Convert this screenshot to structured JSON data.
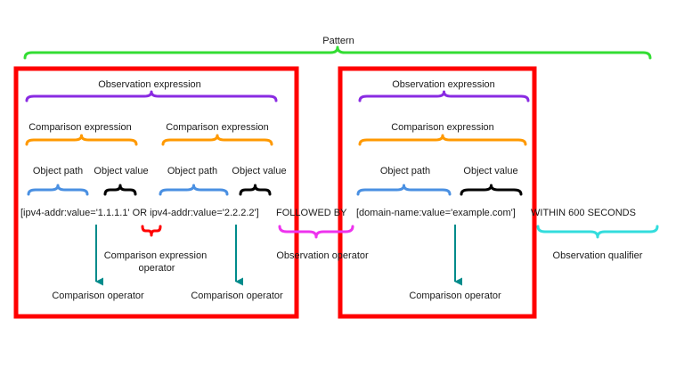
{
  "pattern_label": "Pattern",
  "observation_expression_label": "Observation expression",
  "comparison_expression_label": "Comparison expression",
  "object_path_label": "Object path",
  "object_value_label": "Object value",
  "expression_text": "[ipv4-addr:value='1.1.1.1' OR ipv4-addr:value='2.2.2.2'] FOLLOWED BY [domain-name:value='example.com'] WITHIN 600 SECONDS",
  "expression_parts": {
    "obs1": "[ipv4-addr:value='1.1.1.1' OR ipv4-addr:value='2.2.2.2']",
    "followed_by": " FOLLOWED BY ",
    "obs2": "[domain-name:value='example.com']",
    "within": " WITHIN 600 SECONDS"
  },
  "comparison_expression_operator_line1": "Comparison expression",
  "comparison_expression_operator_line2": "operator",
  "comparison_operator_label": "Comparison operator",
  "observation_operator_label": "Observation operator",
  "observation_qualifier_label": "Observation qualifier",
  "colors": {
    "highlight_box": "#ff0000",
    "pattern_brace": "#33dd33",
    "observation_brace": "#8a2be2",
    "comparison_brace": "#ff9900",
    "object_path_brace": "#4a90e2",
    "object_value_brace": "#000000",
    "comparison_operator_brace": "#ff0000",
    "observation_operator_brace": "#ee33ee",
    "observation_qualifier_brace": "#33dddd",
    "arrow": "#008b8b"
  }
}
